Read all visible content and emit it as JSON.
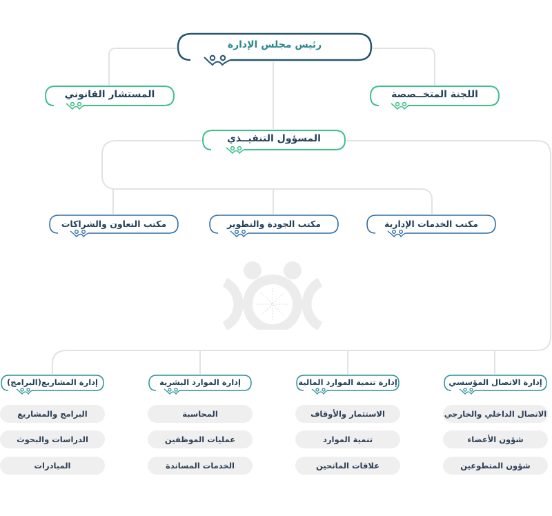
{
  "colors": {
    "line": "#e2e2e2",
    "top_border": "#24566e",
    "top_text": "#2a8a8c",
    "green_border": "#3cc08a",
    "blue_border": "#2d6ea8",
    "teal_border": "#2a8f9a",
    "node_text": "#24405a",
    "item_bg": "#efefef",
    "watermark": "#ececec"
  },
  "chairman": {
    "label": "رئيس مجلس الإدارة"
  },
  "level1": {
    "legal_advisor": {
      "label": "المستشار القانوني"
    },
    "committee": {
      "label": "اللجنة المتخــصصة"
    }
  },
  "executive": {
    "label": "المسؤول التنفيــذي"
  },
  "offices": [
    {
      "label": "مكتب التعاون والشراكات"
    },
    {
      "label": "مكتب الجودة والتطوير"
    },
    {
      "label": "مكتب الخدمات الإدارية"
    }
  ],
  "departments": [
    {
      "label": "إدارة المشاريع(البرامج)",
      "items": [
        "البرامج والمشاريع",
        "الدراسات والبحوث",
        "المبادرات"
      ]
    },
    {
      "label": "إدارة الموارد البشرية",
      "items": [
        "المحاسبة",
        "عمليات الموظفين",
        "الخدمات المساندة"
      ]
    },
    {
      "label": "إدارة تنمية الموارد المالية",
      "items": [
        "الاستثمار والأوقاف",
        "تنمية الموارد",
        "علاقات المانحين"
      ]
    },
    {
      "label": "إدارة الاتصال المؤسسي",
      "items": [
        "الاتصال الداخلي والخارجي",
        "شؤون الأعضاء",
        "شؤون المتطوعين"
      ]
    }
  ],
  "watermark": {
    "icon": "people-circle-logo-icon"
  }
}
